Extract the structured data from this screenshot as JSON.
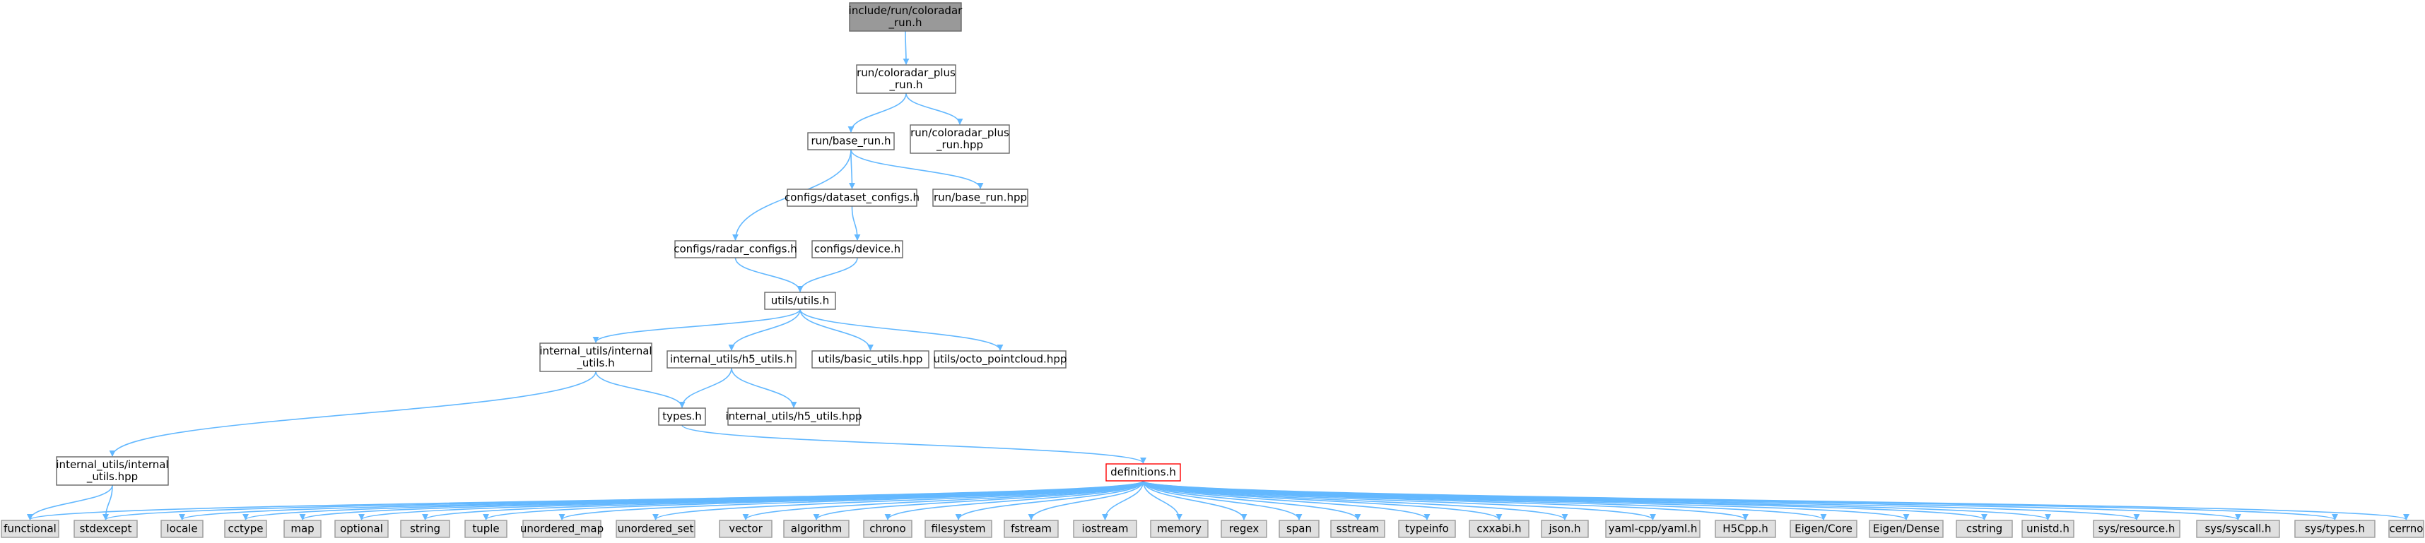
{
  "colors": {
    "edge": "#63b8ff",
    "node_border": "#666666",
    "node_fill": "#ffffff",
    "focus_fill": "#999999",
    "focus_border": "#666666",
    "system_fill": "#e0e0e0",
    "system_border": "#999999",
    "truncated_border": "#ff0000"
  },
  "nodes": [
    {
      "id": "coloradar_run_h",
      "lines": [
        "include/run/coloradar",
        "_run.h"
      ],
      "kind": "focus"
    },
    {
      "id": "coloradar_plus_run_h",
      "lines": [
        "run/coloradar_plus",
        "_run.h"
      ],
      "kind": "normal"
    },
    {
      "id": "base_run_h",
      "lines": [
        "run/base_run.h"
      ],
      "kind": "normal"
    },
    {
      "id": "coloradar_plus_run_hpp",
      "lines": [
        "run/coloradar_plus",
        "_run.hpp"
      ],
      "kind": "normal"
    },
    {
      "id": "dataset_configs_h",
      "lines": [
        "configs/dataset_configs.h"
      ],
      "kind": "normal"
    },
    {
      "id": "base_run_hpp",
      "lines": [
        "run/base_run.hpp"
      ],
      "kind": "normal"
    },
    {
      "id": "radar_configs_h",
      "lines": [
        "configs/radar_configs.h"
      ],
      "kind": "normal"
    },
    {
      "id": "device_h",
      "lines": [
        "configs/device.h"
      ],
      "kind": "normal"
    },
    {
      "id": "utils_h",
      "lines": [
        "utils/utils.h"
      ],
      "kind": "normal"
    },
    {
      "id": "internal_utils_h",
      "lines": [
        "internal_utils/internal",
        "_utils.h"
      ],
      "kind": "normal"
    },
    {
      "id": "h5_utils_h",
      "lines": [
        "internal_utils/h5_utils.h"
      ],
      "kind": "normal"
    },
    {
      "id": "basic_utils_hpp",
      "lines": [
        "utils/basic_utils.hpp"
      ],
      "kind": "normal"
    },
    {
      "id": "octo_pointcloud_hpp",
      "lines": [
        "utils/octo_pointcloud.hpp"
      ],
      "kind": "normal"
    },
    {
      "id": "types_h",
      "lines": [
        "types.h"
      ],
      "kind": "normal"
    },
    {
      "id": "h5_utils_hpp",
      "lines": [
        "internal_utils/h5_utils.hpp"
      ],
      "kind": "normal"
    },
    {
      "id": "internal_utils_hpp",
      "lines": [
        "internal_utils/internal",
        "_utils.hpp"
      ],
      "kind": "normal"
    },
    {
      "id": "definitions_h",
      "lines": [
        "definitions.h"
      ],
      "kind": "truncated"
    },
    {
      "id": "sys_functional",
      "lines": [
        "functional"
      ],
      "kind": "system"
    },
    {
      "id": "sys_stdexcept",
      "lines": [
        "stdexcept"
      ],
      "kind": "system"
    },
    {
      "id": "sys_locale",
      "lines": [
        "locale"
      ],
      "kind": "system"
    },
    {
      "id": "sys_cctype",
      "lines": [
        "cctype"
      ],
      "kind": "system"
    },
    {
      "id": "sys_map",
      "lines": [
        "map"
      ],
      "kind": "system"
    },
    {
      "id": "sys_optional",
      "lines": [
        "optional"
      ],
      "kind": "system"
    },
    {
      "id": "sys_string",
      "lines": [
        "string"
      ],
      "kind": "system"
    },
    {
      "id": "sys_tuple",
      "lines": [
        "tuple"
      ],
      "kind": "system"
    },
    {
      "id": "sys_unordered_map",
      "lines": [
        "unordered_map"
      ],
      "kind": "system"
    },
    {
      "id": "sys_unordered_set",
      "lines": [
        "unordered_set"
      ],
      "kind": "system"
    },
    {
      "id": "sys_vector",
      "lines": [
        "vector"
      ],
      "kind": "system"
    },
    {
      "id": "sys_algorithm",
      "lines": [
        "algorithm"
      ],
      "kind": "system"
    },
    {
      "id": "sys_chrono",
      "lines": [
        "chrono"
      ],
      "kind": "system"
    },
    {
      "id": "sys_filesystem",
      "lines": [
        "filesystem"
      ],
      "kind": "system"
    },
    {
      "id": "sys_fstream",
      "lines": [
        "fstream"
      ],
      "kind": "system"
    },
    {
      "id": "sys_iostream",
      "lines": [
        "iostream"
      ],
      "kind": "system"
    },
    {
      "id": "sys_memory",
      "lines": [
        "memory"
      ],
      "kind": "system"
    },
    {
      "id": "sys_regex",
      "lines": [
        "regex"
      ],
      "kind": "system"
    },
    {
      "id": "sys_span",
      "lines": [
        "span"
      ],
      "kind": "system"
    },
    {
      "id": "sys_sstream",
      "lines": [
        "sstream"
      ],
      "kind": "system"
    },
    {
      "id": "sys_typeinfo",
      "lines": [
        "typeinfo"
      ],
      "kind": "system"
    },
    {
      "id": "sys_cxxabi_h",
      "lines": [
        "cxxabi.h"
      ],
      "kind": "system"
    },
    {
      "id": "sys_json_h",
      "lines": [
        "json.h"
      ],
      "kind": "system"
    },
    {
      "id": "sys_yaml_h",
      "lines": [
        "yaml-cpp/yaml.h"
      ],
      "kind": "system"
    },
    {
      "id": "sys_h5cpp_h",
      "lines": [
        "H5Cpp.h"
      ],
      "kind": "system"
    },
    {
      "id": "sys_eigen_core",
      "lines": [
        "Eigen/Core"
      ],
      "kind": "system"
    },
    {
      "id": "sys_eigen_dense",
      "lines": [
        "Eigen/Dense"
      ],
      "kind": "system"
    },
    {
      "id": "sys_cstring",
      "lines": [
        "cstring"
      ],
      "kind": "system"
    },
    {
      "id": "sys_unistd_h",
      "lines": [
        "unistd.h"
      ],
      "kind": "system"
    },
    {
      "id": "sys_resource_h",
      "lines": [
        "sys/resource.h"
      ],
      "kind": "system"
    },
    {
      "id": "sys_syscall_h",
      "lines": [
        "sys/syscall.h"
      ],
      "kind": "system"
    },
    {
      "id": "sys_types_h",
      "lines": [
        "sys/types.h"
      ],
      "kind": "system"
    },
    {
      "id": "sys_cerrno",
      "lines": [
        "cerrno"
      ],
      "kind": "system"
    }
  ],
  "edges": [
    [
      "coloradar_run_h",
      "coloradar_plus_run_h"
    ],
    [
      "coloradar_plus_run_h",
      "base_run_h"
    ],
    [
      "coloradar_plus_run_h",
      "coloradar_plus_run_hpp"
    ],
    [
      "base_run_h",
      "dataset_configs_h"
    ],
    [
      "base_run_h",
      "base_run_hpp"
    ],
    [
      "base_run_h",
      "radar_configs_h"
    ],
    [
      "dataset_configs_h",
      "device_h"
    ],
    [
      "radar_configs_h",
      "utils_h"
    ],
    [
      "device_h",
      "utils_h"
    ],
    [
      "utils_h",
      "internal_utils_h"
    ],
    [
      "utils_h",
      "h5_utils_h"
    ],
    [
      "utils_h",
      "basic_utils_hpp"
    ],
    [
      "utils_h",
      "octo_pointcloud_hpp"
    ],
    [
      "internal_utils_h",
      "types_h"
    ],
    [
      "internal_utils_h",
      "internal_utils_hpp"
    ],
    [
      "h5_utils_h",
      "types_h"
    ],
    [
      "h5_utils_h",
      "h5_utils_hpp"
    ],
    [
      "types_h",
      "definitions_h"
    ],
    [
      "internal_utils_hpp",
      "sys_functional"
    ],
    [
      "internal_utils_hpp",
      "sys_stdexcept"
    ],
    [
      "definitions_h",
      "sys_functional"
    ],
    [
      "definitions_h",
      "sys_stdexcept"
    ],
    [
      "definitions_h",
      "sys_locale"
    ],
    [
      "definitions_h",
      "sys_cctype"
    ],
    [
      "definitions_h",
      "sys_map"
    ],
    [
      "definitions_h",
      "sys_optional"
    ],
    [
      "definitions_h",
      "sys_string"
    ],
    [
      "definitions_h",
      "sys_tuple"
    ],
    [
      "definitions_h",
      "sys_unordered_map"
    ],
    [
      "definitions_h",
      "sys_unordered_set"
    ],
    [
      "definitions_h",
      "sys_vector"
    ],
    [
      "definitions_h",
      "sys_algorithm"
    ],
    [
      "definitions_h",
      "sys_chrono"
    ],
    [
      "definitions_h",
      "sys_filesystem"
    ],
    [
      "definitions_h",
      "sys_fstream"
    ],
    [
      "definitions_h",
      "sys_iostream"
    ],
    [
      "definitions_h",
      "sys_memory"
    ],
    [
      "definitions_h",
      "sys_regex"
    ],
    [
      "definitions_h",
      "sys_span"
    ],
    [
      "definitions_h",
      "sys_sstream"
    ],
    [
      "definitions_h",
      "sys_typeinfo"
    ],
    [
      "definitions_h",
      "sys_cxxabi_h"
    ],
    [
      "definitions_h",
      "sys_json_h"
    ],
    [
      "definitions_h",
      "sys_yaml_h"
    ],
    [
      "definitions_h",
      "sys_h5cpp_h"
    ],
    [
      "definitions_h",
      "sys_eigen_core"
    ],
    [
      "definitions_h",
      "sys_eigen_dense"
    ],
    [
      "definitions_h",
      "sys_cstring"
    ],
    [
      "definitions_h",
      "sys_unistd_h"
    ],
    [
      "definitions_h",
      "sys_resource_h"
    ],
    [
      "definitions_h",
      "sys_syscall_h"
    ],
    [
      "definitions_h",
      "sys_types_h"
    ],
    [
      "definitions_h",
      "sys_cerrno"
    ]
  ]
}
